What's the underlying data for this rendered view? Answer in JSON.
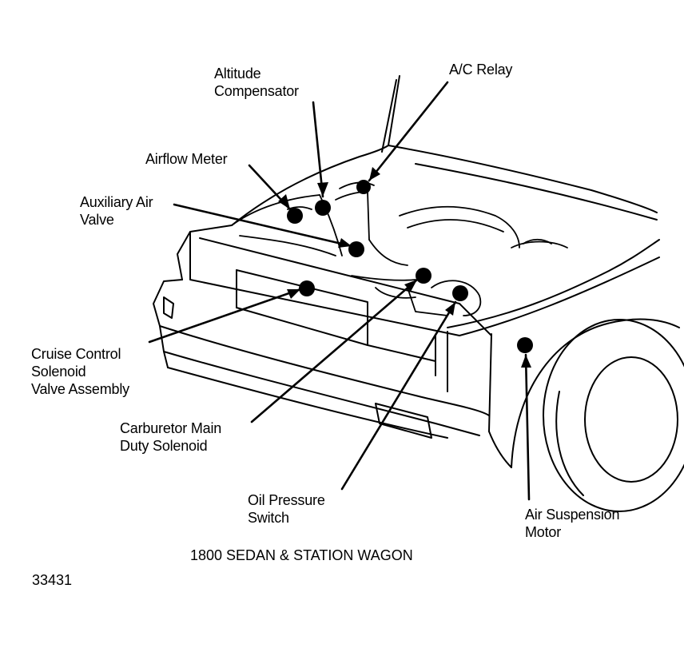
{
  "colors": {
    "ink": "#000000",
    "paper": "#ffffff"
  },
  "labels": {
    "altitude_compensator": [
      "Altitude",
      "Compensator"
    ],
    "ac_relay": [
      "A/C Relay"
    ],
    "airflow_meter": [
      "Airflow Meter"
    ],
    "auxiliary_air_valve": [
      "Auxiliary Air",
      "Valve"
    ],
    "cruise_control": [
      "Cruise Control",
      "Solenoid",
      "Valve Assembly"
    ],
    "carburetor_main_duty": [
      "Carburetor Main",
      "Duty Solenoid"
    ],
    "oil_pressure_switch": [
      "Oil Pressure",
      "Switch"
    ],
    "air_suspension_motor": [
      "Air Suspension",
      "Motor"
    ]
  },
  "caption": "1800 SEDAN & STATION WAGON",
  "figure_number": "33431"
}
